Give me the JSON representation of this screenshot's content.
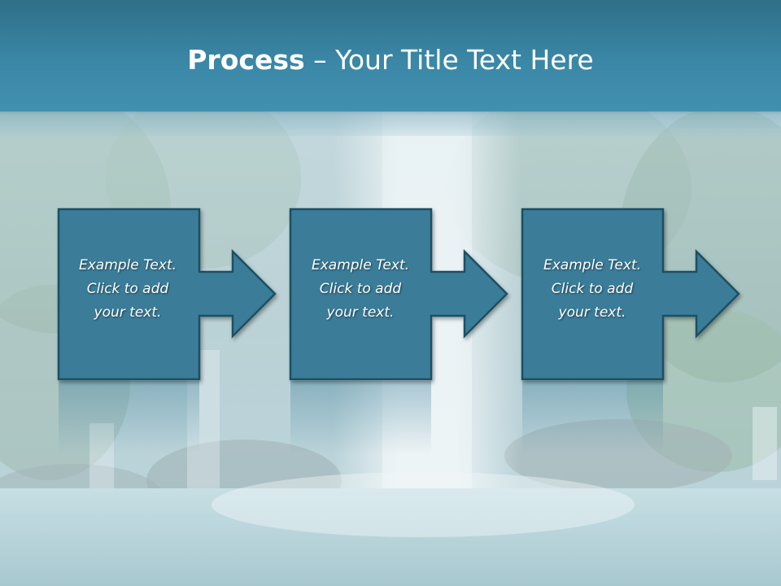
{
  "title": {
    "bold": "Process",
    "dash": " – ",
    "rest": "Your Title Text Here"
  },
  "steps": [
    {
      "line1": "Example Text.",
      "line2": "Click  to add",
      "line3": "your text."
    },
    {
      "line1": "Example Text.",
      "line2": "Click  to add",
      "line3": "your text."
    },
    {
      "line1": "Example Text.",
      "line2": "Click  to add",
      "line3": "your text."
    }
  ],
  "colors": {
    "title_bar": "#3a87a6",
    "box_fill": "#3a7d99",
    "box_border": "#1f4f63",
    "text": "#ffffff"
  },
  "icons": [
    "arrow-right-icon",
    "arrow-right-icon",
    "arrow-right-icon"
  ]
}
